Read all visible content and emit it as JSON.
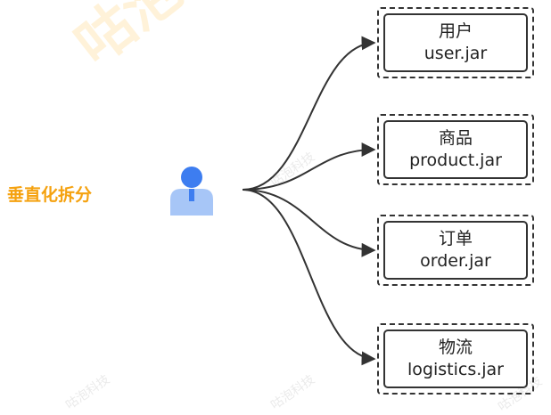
{
  "diagram": {
    "title": "垂直化拆分",
    "source_icon": "user-icon",
    "modules": [
      {
        "name_cn": "用户",
        "name_en": "user.jar"
      },
      {
        "name_cn": "商品",
        "name_en": "product.jar"
      },
      {
        "name_cn": "订单",
        "name_en": "order.jar"
      },
      {
        "name_cn": "物流",
        "name_en": "logistics.jar"
      }
    ]
  },
  "watermarks": {
    "big": "咕泡",
    "small": "咕泡科技"
  },
  "colors": {
    "title": "#f5a210",
    "user_head": "#3d7df0",
    "user_body": "#a7c6f7",
    "line": "#333333"
  }
}
